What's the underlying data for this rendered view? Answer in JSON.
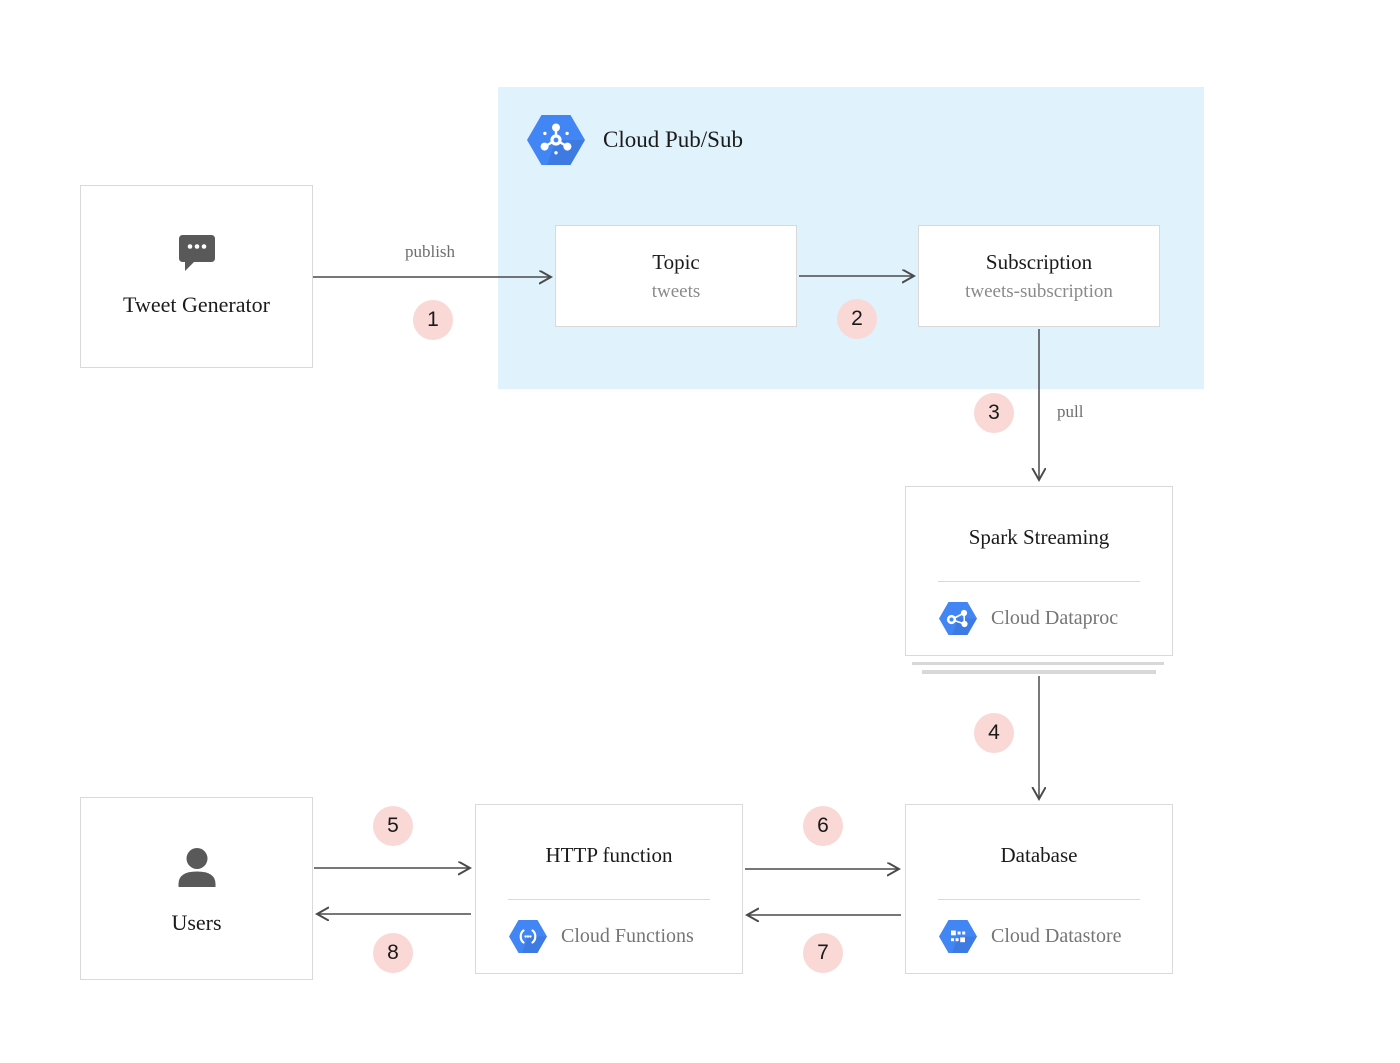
{
  "pubsub_group": {
    "label": "Cloud Pub/Sub"
  },
  "nodes": {
    "tweet_generator": {
      "label": "Tweet Generator"
    },
    "topic": {
      "title": "Topic",
      "subtitle": "tweets"
    },
    "subscription": {
      "title": "Subscription",
      "subtitle": "tweets-subscription"
    },
    "spark_streaming": {
      "title": "Spark Streaming",
      "service": "Cloud Dataproc"
    },
    "database": {
      "title": "Database",
      "service": "Cloud Datastore"
    },
    "http_function": {
      "title": "HTTP function",
      "service": "Cloud Functions"
    },
    "users": {
      "label": "Users"
    }
  },
  "edge_labels": {
    "publish": "publish",
    "pull": "pull"
  },
  "steps": [
    "1",
    "2",
    "3",
    "4",
    "5",
    "6",
    "7",
    "8"
  ],
  "colors": {
    "pubsub_bg": "#E0F2FC",
    "node_bg": "#FFFFFF",
    "node_border": "#D9D9D9",
    "badge_bg": "#F9D8D6",
    "badge_text": "#1A1A1A",
    "arrow": "#4A4A4A",
    "icon_blue": "#4285F4",
    "icon_gray": "#595959",
    "title_text": "#1B1B1B",
    "subtitle_text": "#8A8A8A",
    "service_text": "#757575",
    "edge_label_text": "#6E6E6E"
  }
}
